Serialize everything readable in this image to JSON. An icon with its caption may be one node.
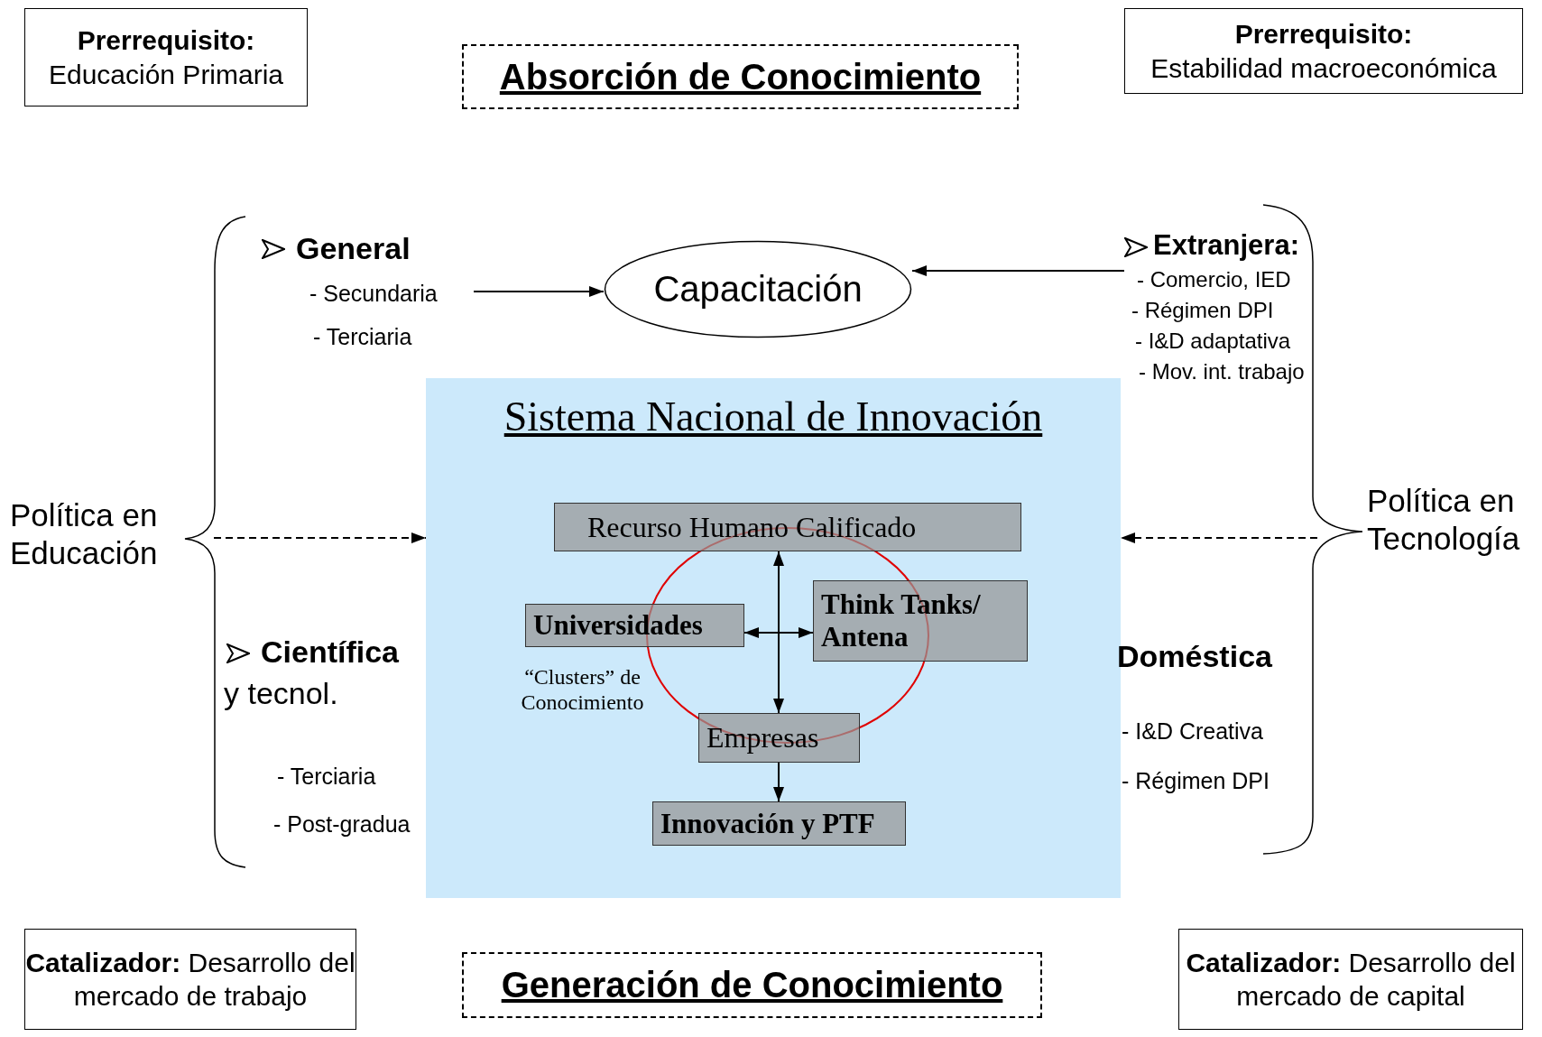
{
  "diagram": {
    "nodes": [
      {
        "text": [
          "Prerrequisito:",
          "Educación Primaria"
        ]
      },
      {
        "text": [
          "Absorción de Conocimiento"
        ]
      },
      {
        "text": [
          "Prerrequisito:",
          "Estabilidad macroeconómica"
        ]
      },
      {
        "text": [
          "Capacitación"
        ]
      },
      {
        "text": [
          "General",
          "- Secundaria",
          "- Terciaria"
        ]
      },
      {
        "text": [
          "Extranjera:",
          "- Comercio, IED",
          "- Régimen DPI",
          "- I&D adaptativa",
          "- Mov. int. trabajo"
        ]
      },
      {
        "text": [
          "Política en Educación"
        ]
      },
      {
        "text": [
          "Política en Tecnología"
        ]
      },
      {
        "text": [
          "Sistema Nacional de Innovación"
        ]
      },
      {
        "text": [
          "Recurso Humano Calificado"
        ],
        "in": 8
      },
      {
        "text": [
          "Universidades"
        ],
        "in": 8
      },
      {
        "text": [
          "Think Tanks/ Antena"
        ],
        "in": 8
      },
      {
        "text": [
          "Empresas"
        ],
        "in": 8
      },
      {
        "text": [
          "Innovación y PTF"
        ],
        "in": 8
      },
      {
        "text": [
          "**Catalizador:** Desarrollo del mercado de trabajo"
        ]
      },
      {
        "text": [
          "Generación de Conocimiento"
        ]
      },
      {
        "text": [
          "**Catalizador:** Desarrollo del mercado de capital"
        ]
      }
    ],
    "edges": [
      {
        "from": 4,
        "to": 3,
        "arrow": "to"
      },
      {
        "from": 5,
        "to": 3,
        "arrow": "to"
      },
      {
        "from": 6,
        "to": 8,
        "arrow": "to",
        "style": "dashed"
      },
      {
        "from": 7,
        "to": 8,
        "arrow": "to",
        "style": "dashed"
      },
      {
        "from": 9,
        "to": 12,
        "arrow": "both"
      },
      {
        "from": 10,
        "to": 11,
        "arrow": "both"
      },
      {
        "from": 12,
        "to": 13,
        "arrow": "to"
      }
    ],
    "labels": [
      "**Científica** y tecnol.",
      "- Terciaria",
      "- Post-gradua",
      "“Clusters” de Conocimiento",
      "Doméstica",
      "- I&D Creativa",
      "- Régimen DPI"
    ]
  }
}
